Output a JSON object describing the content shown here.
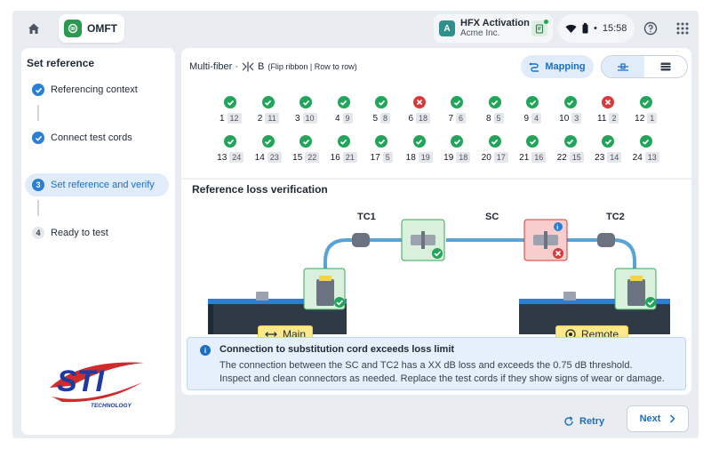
{
  "app": {
    "name": "OMFT"
  },
  "account": {
    "badge": "A",
    "title": "HFX Activation",
    "subtitle": "Acme Inc."
  },
  "status": {
    "time": "15:58"
  },
  "sidebar": {
    "title": "Set reference",
    "steps": [
      {
        "label": "Referencing context",
        "state": "done"
      },
      {
        "label": "Connect test cords",
        "state": "done"
      },
      {
        "label": "Set reference and verify",
        "state": "current",
        "number": "3"
      },
      {
        "label": "Ready to test",
        "state": "todo",
        "number": "4"
      }
    ],
    "logo": {
      "text": "STI",
      "subtext": "TECHNOLOGY"
    }
  },
  "header": {
    "multifiber_label": "Multi-fiber ·",
    "polarity": "B",
    "polarity_detail": "(Flip ribbon | Row to row)",
    "mapping_label": "Mapping"
  },
  "fibers": {
    "row1": [
      {
        "n": "1",
        "pair": "12",
        "status": "pass"
      },
      {
        "n": "2",
        "pair": "11",
        "status": "pass"
      },
      {
        "n": "3",
        "pair": "10",
        "status": "pass"
      },
      {
        "n": "4",
        "pair": "9",
        "status": "pass"
      },
      {
        "n": "5",
        "pair": "8",
        "status": "pass"
      },
      {
        "n": "6",
        "pair": "18",
        "status": "fail"
      },
      {
        "n": "7",
        "pair": "6",
        "status": "pass"
      },
      {
        "n": "8",
        "pair": "5",
        "status": "pass"
      },
      {
        "n": "9",
        "pair": "4",
        "status": "pass"
      },
      {
        "n": "10",
        "pair": "3",
        "status": "pass"
      },
      {
        "n": "11",
        "pair": "2",
        "status": "fail"
      },
      {
        "n": "12",
        "pair": "1",
        "status": "pass"
      }
    ],
    "row2": [
      {
        "n": "13",
        "pair": "24",
        "status": "pass"
      },
      {
        "n": "14",
        "pair": "23",
        "status": "pass"
      },
      {
        "n": "15",
        "pair": "22",
        "status": "pass"
      },
      {
        "n": "16",
        "pair": "21",
        "status": "pass"
      },
      {
        "n": "17",
        "pair": "5",
        "status": "pass"
      },
      {
        "n": "18",
        "pair": "19",
        "status": "pass"
      },
      {
        "n": "19",
        "pair": "18",
        "status": "pass"
      },
      {
        "n": "20",
        "pair": "17",
        "status": "pass"
      },
      {
        "n": "21",
        "pair": "16",
        "status": "pass"
      },
      {
        "n": "22",
        "pair": "15",
        "status": "pass"
      },
      {
        "n": "23",
        "pair": "14",
        "status": "pass"
      },
      {
        "n": "24",
        "pair": "13",
        "status": "pass"
      }
    ]
  },
  "verification": {
    "title": "Reference loss verification",
    "tc1": "TC1",
    "sc": "SC",
    "tc2": "TC2",
    "main_label": "Main",
    "remote_label": "Remote"
  },
  "alert": {
    "title": "Connection to substitution cord exceeds loss limit",
    "line1": "The connection between the SC and TC2 has a XX dB loss and exceeds the 0.75 dB threshold.",
    "line2": "Inspect and clean connectors as needed. Replace the test cords if they show signs of wear or damage."
  },
  "footer": {
    "retry_label": "Retry",
    "next_label": "Next"
  },
  "colors": {
    "accent": "#1b6ec2",
    "pass": "#22a55a",
    "fail": "#d63b3b",
    "tag": "#fde88a"
  }
}
